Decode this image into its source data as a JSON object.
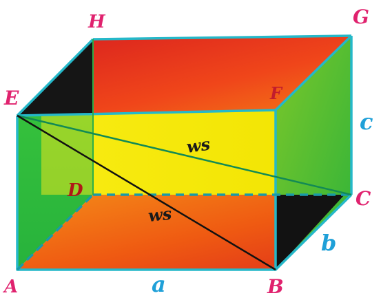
{
  "vertices": {
    "A": "A",
    "B": "B",
    "C": "C",
    "D": "D",
    "E": "E",
    "F": "F",
    "G": "G",
    "H": "H"
  },
  "edges": {
    "a": "a",
    "b": "b",
    "c": "c"
  },
  "diagonals": {
    "base_diagonal": "ws",
    "space_diagonal": "ws"
  },
  "colors": {
    "front_face": "#2fc23a",
    "back_panel": "#f5e800",
    "top_face": "#ee3b14",
    "bottom_face": "#f26a10",
    "side_face": "#3fbf2a",
    "shadow": "#111111",
    "outline": "#25b8c9",
    "vertex_label": "#e0226e",
    "D_label": "#b01818",
    "F_label": "#c21c2c",
    "edge_label": "#1fa0d8",
    "diagonal_label": "#1a1a1a",
    "space_diagonal_line": "#128a55",
    "base_diagonal_line": "#111111"
  }
}
